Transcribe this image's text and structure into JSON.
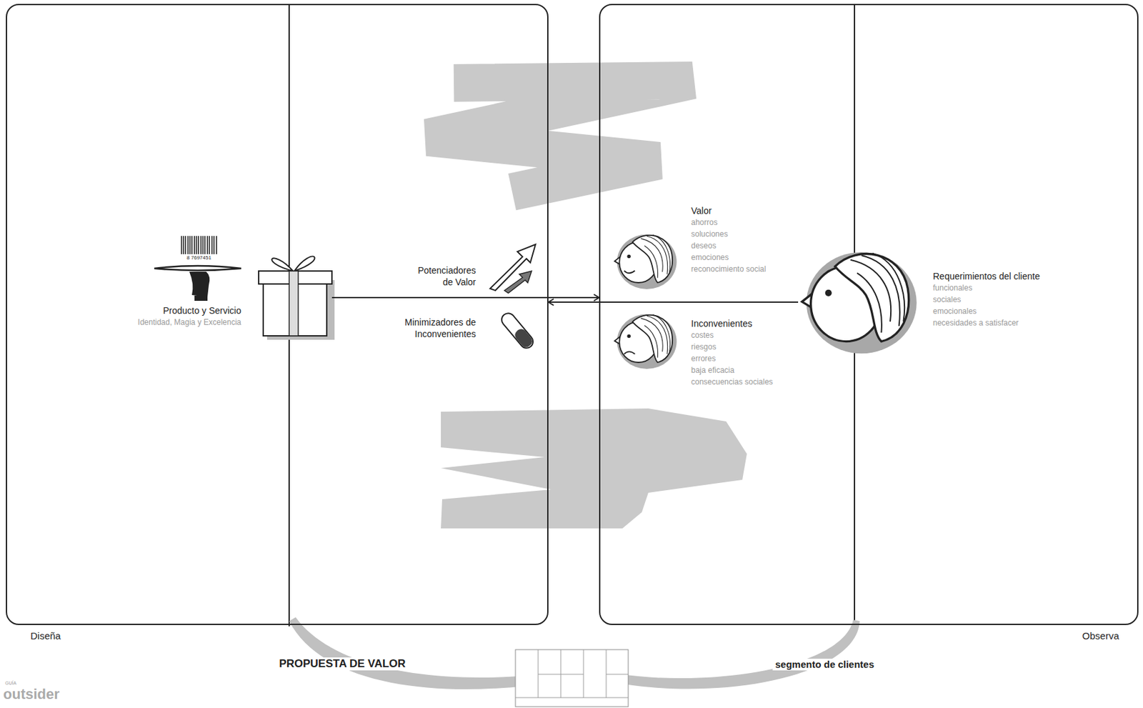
{
  "diagram": {
    "nodes": [
      {
        "text": [
          "Diseña"
        ]
      },
      {
        "text": [
          "Producto y Servicio",
          "Identidad, Magia y Excelencia"
        ],
        "in": 0
      },
      {
        "text": [
          "Potenciadores de Valor"
        ],
        "in": 0
      },
      {
        "text": [
          "Minimizadores de Inconvenientes"
        ],
        "in": 0
      },
      {
        "text": [
          "Observa"
        ]
      },
      {
        "text": [
          "Valor",
          "ahorros",
          "soluciones",
          "deseos",
          "emociones",
          "reconocimiento social"
        ],
        "in": 4
      },
      {
        "text": [
          "Inconvenientes",
          "costes",
          "riesgos",
          "errores",
          "baja eficacia",
          "consecuencias sociales"
        ],
        "in": 4
      },
      {
        "text": [
          "Requerimientos del cliente",
          "funcionales",
          "sociales",
          "emocionales",
          "necesidades a satisfacer"
        ],
        "in": 4
      }
    ],
    "edges": [
      {
        "from": 1,
        "to": 4,
        "arrow": "to"
      },
      {
        "from": 7,
        "to": 0,
        "arrow": "to"
      }
    ],
    "labels": [
      "8 7697451",
      "PROPUESTA DE VALOR",
      "segmento de clientes",
      "GUÍA",
      "outsider"
    ]
  }
}
